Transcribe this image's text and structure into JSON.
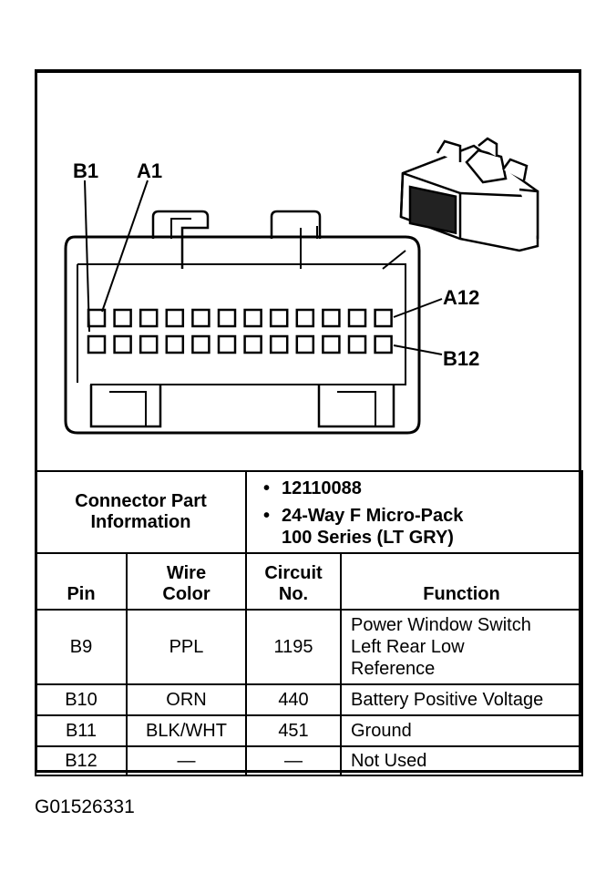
{
  "labels": {
    "b1": "B1",
    "a1": "A1",
    "a12": "A12",
    "b12": "B12"
  },
  "part_info": {
    "label_line1": "Connector Part",
    "label_line2": "Information",
    "part_number": "12110088",
    "description_line1": "24-Way F Micro-Pack",
    "description_line2": "100 Series (LT GRY)"
  },
  "table": {
    "headers": {
      "pin": "Pin",
      "wire_color_line1": "Wire",
      "wire_color_line2": "Color",
      "circuit_line1": "Circuit",
      "circuit_line2": "No.",
      "function": "Function"
    },
    "rows": [
      {
        "pin": "B9",
        "wire_color": "PPL",
        "circuit": "1195",
        "function_lines": [
          "Power Window Switch",
          "Left Rear Low",
          "Reference"
        ]
      },
      {
        "pin": "B10",
        "wire_color": "ORN",
        "circuit": "440",
        "function_lines": [
          "Battery Positive Voltage"
        ]
      },
      {
        "pin": "B11",
        "wire_color": "BLK/WHT",
        "circuit": "451",
        "function_lines": [
          "Ground"
        ]
      },
      {
        "pin": "B12",
        "wire_color": "—",
        "circuit": "—",
        "function_lines": [
          "Not Used"
        ]
      }
    ]
  },
  "caption": "G01526331"
}
